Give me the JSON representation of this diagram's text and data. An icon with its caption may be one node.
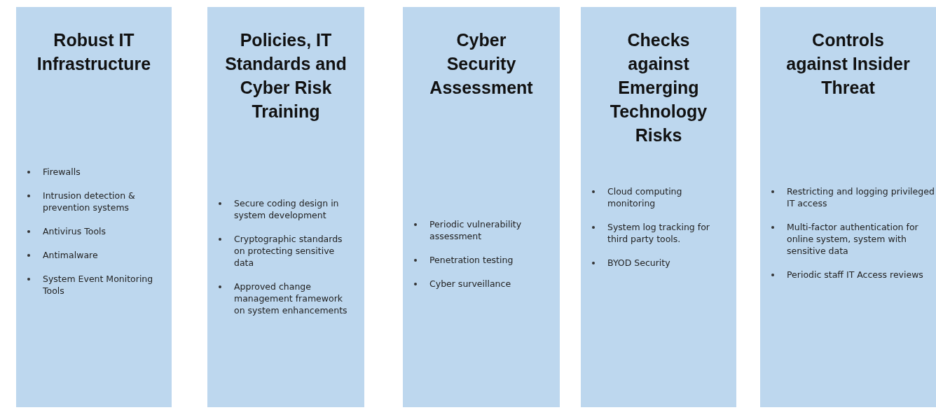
{
  "diagram": {
    "nodes": [
      {
        "text": [
          "Robust IT Infrastructure",
          "Firewalls",
          "Intrusion detection & prevention systems",
          "Antivirus Tools",
          "Antimalware",
          "System Event Monitoring Tools"
        ]
      },
      {
        "text": [
          "Policies, IT Standards and Cyber Risk Training",
          "Secure coding design in system development",
          "Cryptographic standards on protecting sensitive data",
          "Approved change management framework on system enhancements"
        ]
      },
      {
        "text": [
          "Cyber Security Assessment",
          "Periodic vulnerability assessment",
          "Penetration testing",
          "Cyber surveillance"
        ]
      },
      {
        "text": [
          "Checks against Emerging Technology Risks",
          "Cloud computing monitoring",
          "System log tracking for third party tools.",
          "BYOD Security"
        ]
      },
      {
        "text": [
          "Controls against Insider Threat",
          "Restricting and logging privileged IT access",
          "Multi-factor authentication for online system, system with sensitive data",
          "Periodic staff IT Access reviews"
        ]
      }
    ]
  }
}
